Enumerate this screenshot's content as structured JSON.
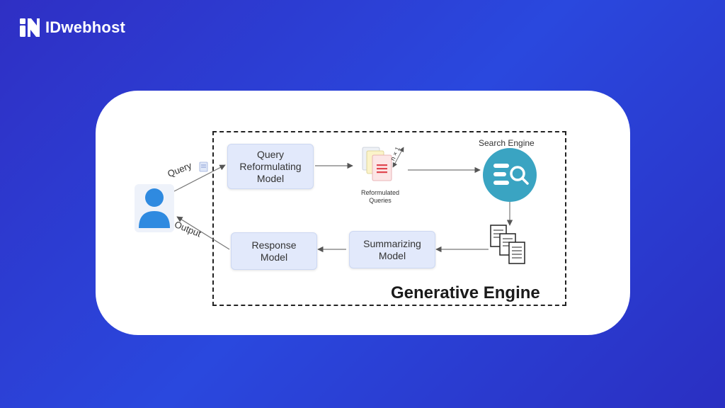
{
  "brand": {
    "name": "IDwebhost"
  },
  "diagram": {
    "boxes": {
      "query_reformulating": "Query\nReformulating\nModel",
      "summarizing": "Summarizing\nModel",
      "response": "Response\nModel"
    },
    "labels": {
      "search_engine": "Search Engine",
      "reformulated_queries": "Reformulated\nQueries",
      "generative_engine": "Generative Engine",
      "query": "Query",
      "output": "Output",
      "nx": "n × 1"
    }
  },
  "colors": {
    "background": "#2a44d8",
    "box_fill": "#e2e9fb",
    "user_icon": "#2f8ae0",
    "search_engine": "#3aa4c2",
    "doc_red": "#e0464f"
  },
  "icons": [
    "logo-icon",
    "user-icon",
    "query-doc-icon",
    "reformulated-queries-icon",
    "search-engine-icon",
    "documents-icon"
  ]
}
